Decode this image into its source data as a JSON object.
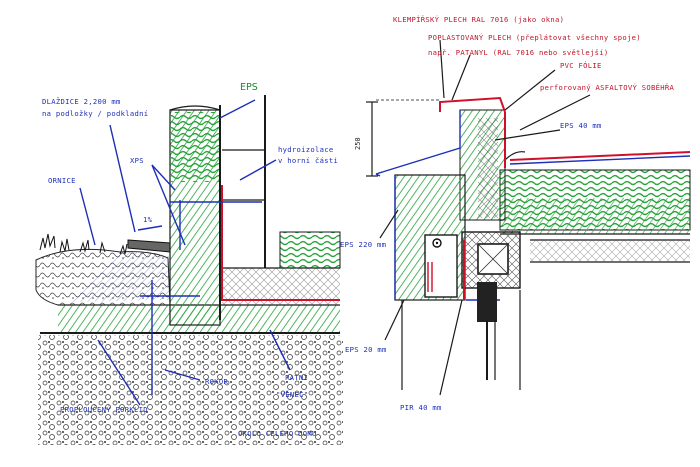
{
  "left_detail": {
    "labels": {
      "eps": "EPS",
      "dlazdice": "DLAŽDICE 2,200 mm",
      "dlazdice_2": "na podložky / podkladní",
      "xps": "XPS",
      "okrasni": "ORNICE",
      "hydro": "hydroizolace",
      "hydro_2": "v horní části",
      "slope": "1%",
      "rokor": "ROKOR",
      "prorovany": "PROPLOUČENÝ PORKLID",
      "patni": "PATNÍ",
      "venec": "\"VĚNEC\"",
      "okolo": "OKOLO CELÉHO DOMU"
    }
  },
  "right_detail": {
    "labels": {
      "klempir": "KLEMPÍŘSKÝ PLECH RAL 7016 (jako okna)",
      "poplast": "POPLASTOVANÝ PLECH (přeplátovat všechny spoje)",
      "poplast_2": "např. PATANYL (RAL 7016 nebo světlejší)",
      "pvc": "PVC FÓLIE",
      "perforace": "perforovaný ASFALTOVÝ SOBĚHŘA",
      "eps40": "EPS 40 mm",
      "dim": "250",
      "eps220": "EPS 220 mm",
      "eps20": "EPS 20 mm",
      "pir40": "PIR 40 mm"
    }
  },
  "colors": {
    "ink": "#1a1a1a",
    "blue": "#1d2fb8",
    "green": "#1e8a2a",
    "red": "#d0102a"
  }
}
